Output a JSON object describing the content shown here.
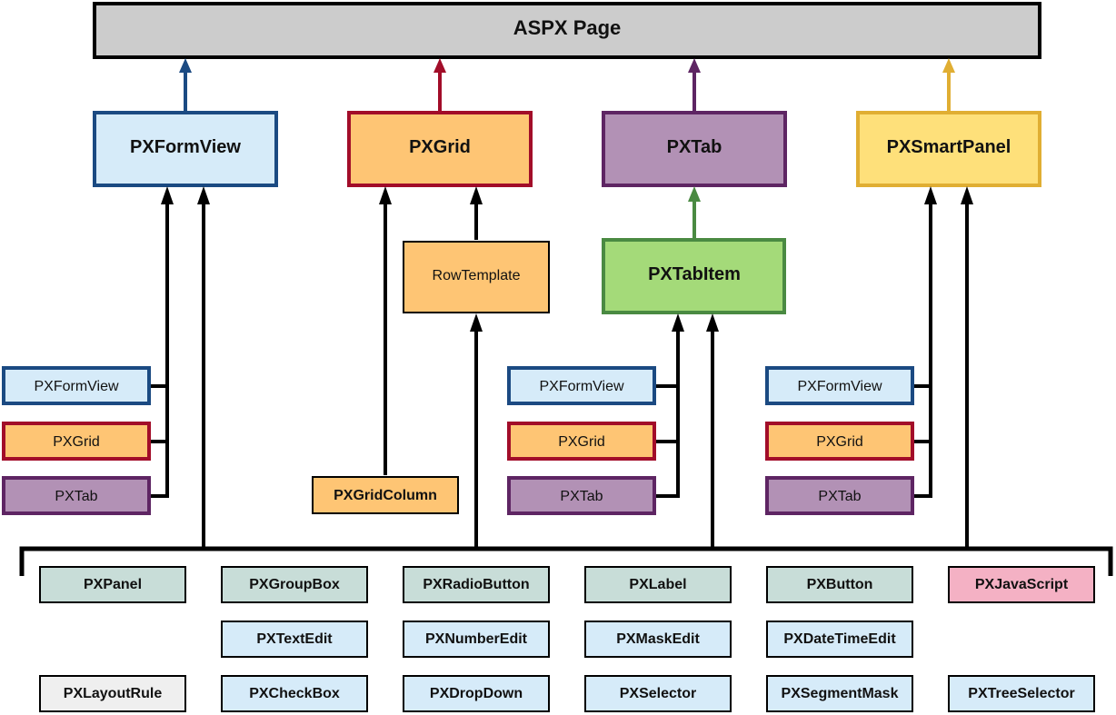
{
  "root": {
    "label": "ASPX Page",
    "fill": "#cccccc",
    "stroke": "#000000"
  },
  "containers": [
    {
      "id": "formview",
      "label": "PXFormView",
      "fill": "#d6ebf9",
      "stroke": "#1b4a82"
    },
    {
      "id": "grid",
      "label": "PXGrid",
      "fill": "#fec574",
      "stroke": "#a20d29"
    },
    {
      "id": "tab",
      "label": "PXTab",
      "fill": "#b291b5",
      "stroke": "#5e2563"
    },
    {
      "id": "smartpanel",
      "label": "PXSmartPanel",
      "fill": "#fee07a",
      "stroke": "#e0ae33"
    }
  ],
  "rowtemplate": {
    "label": "RowTemplate",
    "fill": "#fec574",
    "stroke": "#000000"
  },
  "tabitem": {
    "label": "PXTabItem",
    "fill": "#a4da79",
    "stroke": "#4a8a42"
  },
  "gridcolumn": {
    "label": "PXGridColumn",
    "fill": "#fec574",
    "stroke": "#000000"
  },
  "nested_groups": [
    {
      "parent": "PXFormView",
      "items": [
        "PXFormView",
        "PXGrid",
        "PXTab"
      ]
    },
    {
      "parent": "PXTabItem",
      "items": [
        "PXFormView",
        "PXGrid",
        "PXTab"
      ]
    },
    {
      "parent": "PXSmartPanel",
      "items": [
        "PXFormView",
        "PXGrid",
        "PXTab"
      ]
    }
  ],
  "controls": {
    "row1": [
      {
        "label": "PXPanel",
        "fill": "#c8ddd8"
      },
      {
        "label": "PXGroupBox",
        "fill": "#c8ddd8"
      },
      {
        "label": "PXRadioButton",
        "fill": "#c8ddd8"
      },
      {
        "label": "PXLabel",
        "fill": "#c8ddd8"
      },
      {
        "label": "PXButton",
        "fill": "#c8ddd8"
      },
      {
        "label": "PXJavaScript",
        "fill": "#f4b1c4"
      }
    ],
    "row2": [
      {
        "label": "",
        "fill": ""
      },
      {
        "label": "PXTextEdit",
        "fill": "#d6ebf9"
      },
      {
        "label": "PXNumberEdit",
        "fill": "#d6ebf9"
      },
      {
        "label": "PXMaskEdit",
        "fill": "#d6ebf9"
      },
      {
        "label": "PXDateTimeEdit",
        "fill": "#d6ebf9"
      },
      {
        "label": "",
        "fill": ""
      }
    ],
    "row3": [
      {
        "label": "PXLayoutRule",
        "fill": "#efefef"
      },
      {
        "label": "PXCheckBox",
        "fill": "#d6ebf9"
      },
      {
        "label": "PXDropDown",
        "fill": "#d6ebf9"
      },
      {
        "label": "PXSelector",
        "fill": "#d6ebf9"
      },
      {
        "label": "PXSegmentMask",
        "fill": "#d6ebf9"
      },
      {
        "label": "PXTreeSelector",
        "fill": "#d6ebf9"
      }
    ]
  }
}
